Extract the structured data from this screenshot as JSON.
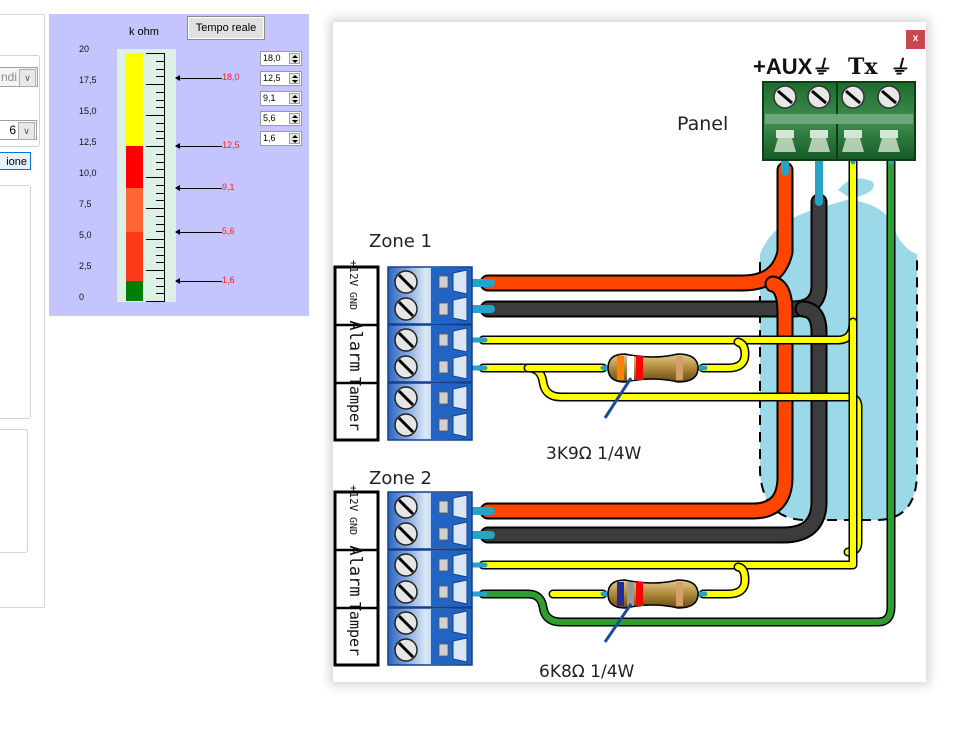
{
  "left_panel": {
    "combo_a_value": "ndi",
    "combo_b_value": "6",
    "action_button_label": "ione"
  },
  "gauge": {
    "unit_label": "k ohm",
    "realtime_button": "Tempo reale",
    "axis_min": 0,
    "axis_max": 20,
    "axis_labels": [
      "20",
      "17,5",
      "15,0",
      "12,5",
      "10,0",
      "7,5",
      "5,0",
      "2,5",
      "0"
    ],
    "segments": [
      {
        "from": 0,
        "to": 1.6,
        "color": "#008000"
      },
      {
        "from": 1.6,
        "to": 5.6,
        "color": "#ff3a1a"
      },
      {
        "from": 5.6,
        "to": 9.1,
        "color": "#ff6633"
      },
      {
        "from": 9.1,
        "to": 12.5,
        "color": "#ff0000"
      },
      {
        "from": 12.5,
        "to": 20,
        "color": "#ffff00"
      }
    ],
    "thresholds": [
      {
        "value": 18.0,
        "label": "18,0"
      },
      {
        "value": 12.5,
        "label": "12,5"
      },
      {
        "value": 9.1,
        "label": "9,1"
      },
      {
        "value": 5.6,
        "label": "5,6"
      },
      {
        "value": 1.6,
        "label": "1,6"
      }
    ],
    "spinners": [
      "18,0",
      "12,5",
      "9,1",
      "5,6",
      "1,6"
    ]
  },
  "popup": {
    "close_label": "x",
    "panel_label": "Panel",
    "panel_terminals": [
      "+AUX",
      "⏚",
      "Tx",
      "⏚"
    ],
    "zone1_label": "Zone 1",
    "zone2_label": "Zone 2",
    "zone_terminal_labels": [
      "+12V",
      "GND",
      "Alarm",
      "Tamper"
    ],
    "resistor1_label": "3K9Ω 1/4W",
    "resistor2_label": "6K8Ω 1/4W",
    "resistor1_bands": [
      "#ff7f00",
      "#ffffff",
      "#ff0000",
      "#d4a06a"
    ],
    "resistor2_bands": [
      "#1e2f9a",
      "#999999",
      "#ff0000",
      "#d4a06a"
    ],
    "wire_colors": {
      "aux": "#ff4500",
      "gnd": "#3c3c3c",
      "alarm": "#ffff00",
      "return": "#2e9e2e"
    }
  }
}
